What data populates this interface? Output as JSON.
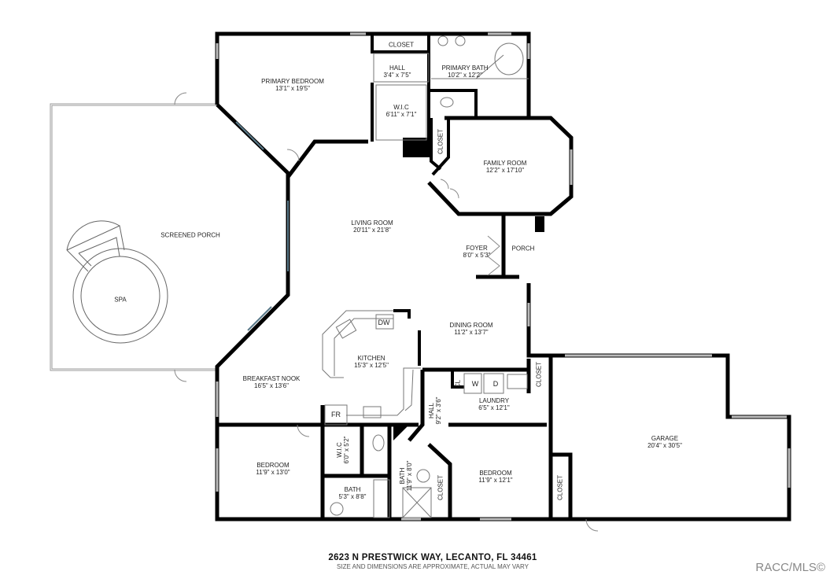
{
  "footer": {
    "address": "2623 N PRESTWICK WAY, LECANTO, FL 34461",
    "disclaimer": "SIZE AND DIMENSIONS ARE APPROXIMATE, ACTUAL MAY VARY",
    "credit": "RACC/MLS©"
  },
  "rooms": {
    "primary_bedroom": {
      "name": "PRIMARY BEDROOM",
      "dim": "13'1\" x 19'5\""
    },
    "closet_top": {
      "name": "CLOSET"
    },
    "hall_top": {
      "name": "HALL",
      "dim": "3'4\" x 7'5\""
    },
    "primary_bath": {
      "name": "PRIMARY BATH",
      "dim": "10'2\" x 12'2\""
    },
    "wic_primary": {
      "name": "W.I.C",
      "dim": "6'11\" x 7'1\""
    },
    "closet_family": {
      "name": "CLOSET"
    },
    "family_room": {
      "name": "FAMILY ROOM",
      "dim": "12'2\" x 17'10\""
    },
    "screened_porch": {
      "name": "SCREENED PORCH"
    },
    "spa": {
      "name": "SPA"
    },
    "living_room": {
      "name": "LIVING ROOM",
      "dim": "20'11\" x 21'8\""
    },
    "foyer": {
      "name": "FOYER",
      "dim": "8'0\" x 5'3\""
    },
    "porch": {
      "name": "PORCH"
    },
    "dining_room": {
      "name": "DINING ROOM",
      "dim": "11'2\" x 13'7\""
    },
    "kitchen": {
      "name": "KITCHEN",
      "dim": "15'3\" x 12'5\""
    },
    "breakfast_nook": {
      "name": "BREAKFAST NOOK",
      "dim": "16'5\" x 13'6\""
    },
    "hall_mid": {
      "name": "HALL",
      "dim": "9'2\" x 3'6\""
    },
    "laundry": {
      "name": "LAUNDRY",
      "dim": "6'5\" x 12'1\""
    },
    "closet_laundry": {
      "name": "CLOSET"
    },
    "garage": {
      "name": "GARAGE",
      "dim": "20'4\" x 30'5\""
    },
    "closet_garage": {
      "name": "CLOSET"
    },
    "bedroom_left": {
      "name": "BEDROOM",
      "dim": "11'9\" x 13'0\""
    },
    "wic_left": {
      "name": "W.I.C",
      "dim": "6'0\" x 5'2\""
    },
    "bath_left": {
      "name": "BATH",
      "dim": "5'3\" x 8'8\""
    },
    "bath_mid": {
      "name": "BATH",
      "dim": "11'9\" x 8'0\""
    },
    "closet_bedroom_right": {
      "name": "CLOSET"
    },
    "bedroom_right": {
      "name": "BEDROOM",
      "dim": "11'9\" x 12'1\""
    }
  },
  "fixtures": {
    "dw": "DW",
    "fr": "FR",
    "washer": "W",
    "dryer": "D",
    "cl": "CL"
  }
}
